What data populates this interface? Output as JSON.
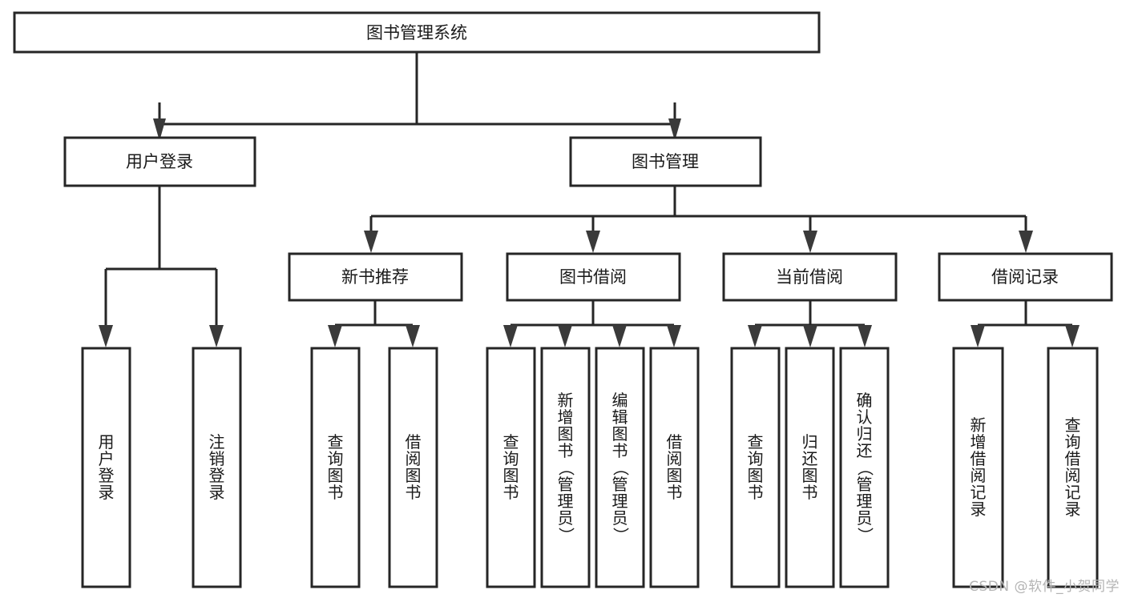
{
  "diagram": {
    "type": "tree-hierarchy",
    "title": "图书管理系统",
    "watermark": "CSDN @软件_小贺同学",
    "colors": {
      "background": "#ffffff",
      "stroke": "#262626",
      "text": "#1a1a1a",
      "watermark": "#b4b4b4"
    },
    "root": {
      "label": "图书管理系统"
    },
    "level2": [
      {
        "label": "用户登录"
      },
      {
        "label": "图书管理"
      }
    ],
    "level3": [
      {
        "label": "新书推荐"
      },
      {
        "label": "图书借阅"
      },
      {
        "label": "当前借阅"
      },
      {
        "label": "借阅记录"
      }
    ],
    "leaves": {
      "user_login": [
        {
          "label": "用户登录"
        },
        {
          "label": "注销登录"
        }
      ],
      "new_book_recommend": [
        {
          "label": "查询图书"
        },
        {
          "label": "借阅图书"
        }
      ],
      "book_borrow": [
        {
          "label": "查询图书"
        },
        {
          "label": "新增图书（管理员）"
        },
        {
          "label": "编辑图书（管理员）"
        },
        {
          "label": "借阅图书"
        }
      ],
      "current_borrow": [
        {
          "label": "查询图书"
        },
        {
          "label": "归还图书"
        },
        {
          "label": "确认归还（管理员）"
        }
      ],
      "borrow_record": [
        {
          "label": "新增借阅记录"
        },
        {
          "label": "查询借阅记录"
        }
      ]
    }
  }
}
